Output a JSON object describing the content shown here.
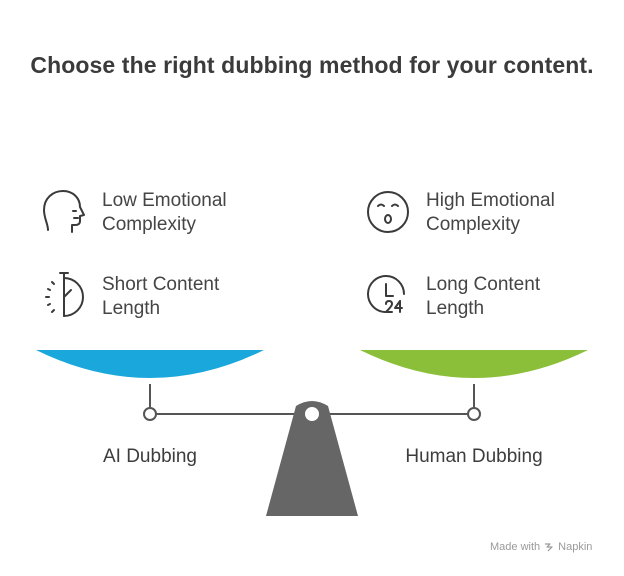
{
  "title": "Choose the right dubbing method for your content.",
  "left": {
    "features": [
      {
        "icon": "face-profile-icon",
        "label": "Low Emotional Complexity"
      },
      {
        "icon": "half-clock-icon",
        "label": "Short Content Length"
      }
    ],
    "pan_label": "AI Dubbing",
    "pan_color": "#1aa7dc"
  },
  "right": {
    "features": [
      {
        "icon": "surprised-face-icon",
        "label": "High Emotional Complexity"
      },
      {
        "icon": "clock-24-icon",
        "label": "Long Content Length"
      }
    ],
    "pan_label": "Human Dubbing",
    "pan_color": "#8bbf3a"
  },
  "scale": {
    "base_color": "#666666",
    "beam_color": "#555555"
  },
  "credit": {
    "prefix": "Made with",
    "brand": "Napkin"
  }
}
